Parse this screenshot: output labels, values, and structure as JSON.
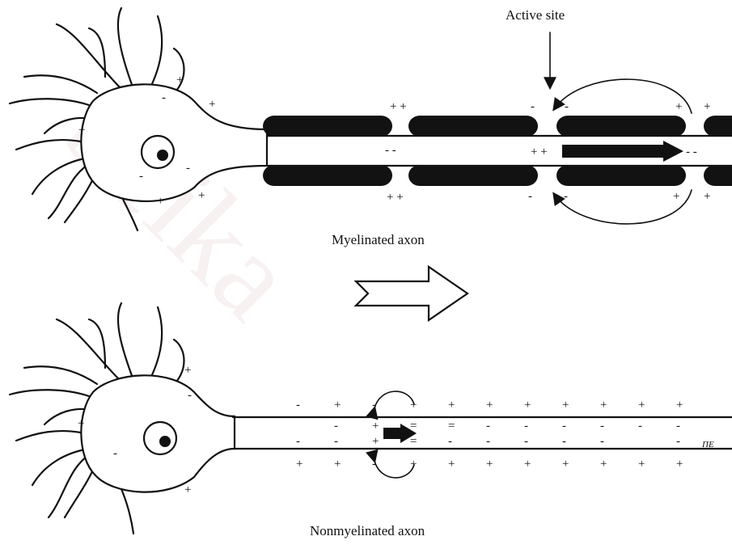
{
  "labels": {
    "active_site": "Active site",
    "myelinated": "Myelinated axon",
    "nonmyelinated": "Nonmyelinated axon",
    "corner_mark": "ΠΕ"
  },
  "watermark": "beika",
  "colors": {
    "ink": "#111111",
    "myelin": "#121212",
    "background": "#ffffff",
    "watermark": "#f3e6e6"
  },
  "icons": {
    "propagation": "hollow-right-arrow",
    "current": "solid-right-arrow"
  }
}
